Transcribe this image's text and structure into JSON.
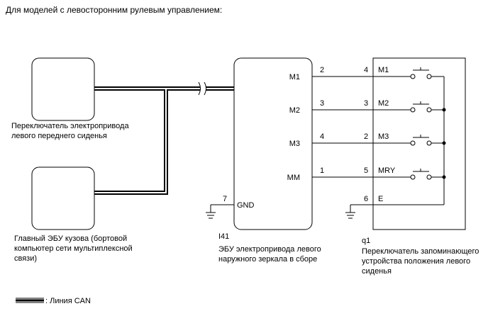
{
  "heading": "Для моделей с левосторонним рулевым управлением:",
  "components": {
    "seat_switch": {
      "label_lines": [
        "Переключатель электропривода",
        "левого переднего сиденья"
      ]
    },
    "body_ecu": {
      "label_lines": [
        "Главный ЭБУ кузова (бортовой",
        "компьютер сети мультиплексной",
        "связи)"
      ]
    },
    "mirror_ecu": {
      "code": "I41",
      "label_lines": [
        "ЭБУ электропривода левого",
        "наружного зеркала в сборе"
      ],
      "pins": [
        {
          "pin": "2",
          "name": "M1"
        },
        {
          "pin": "3",
          "name": "M2"
        },
        {
          "pin": "4",
          "name": "M3"
        },
        {
          "pin": "1",
          "name": "MM"
        },
        {
          "pin": "7",
          "name": "GND"
        }
      ]
    },
    "memory_switch": {
      "code": "q1",
      "label_lines": [
        "Переключатель запоминающего",
        "устройства положения левого",
        "сиденья"
      ],
      "pins": [
        {
          "pin": "4",
          "name": "M1"
        },
        {
          "pin": "3",
          "name": "M2"
        },
        {
          "pin": "2",
          "name": "M3"
        },
        {
          "pin": "5",
          "name": "MRY"
        },
        {
          "pin": "6",
          "name": "E"
        }
      ]
    }
  },
  "legend": {
    "label": ": Линия CAN"
  }
}
